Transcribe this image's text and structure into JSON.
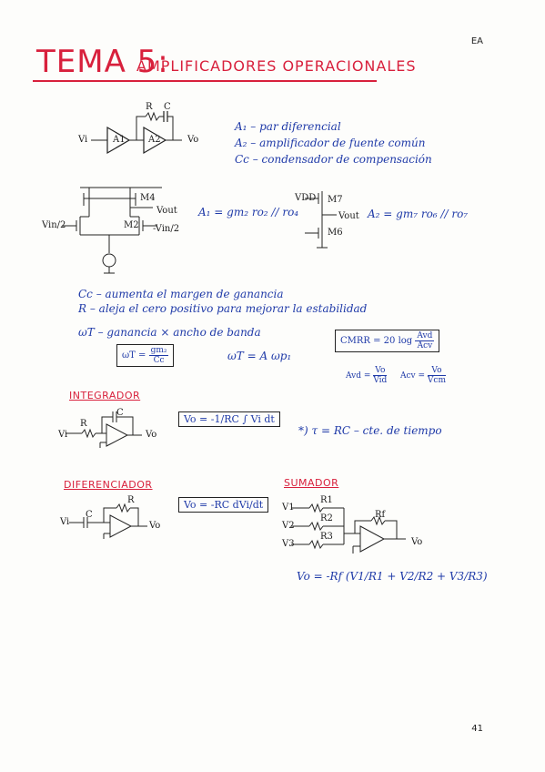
{
  "header": {
    "title_main": "TEMA 5:",
    "title_sub": "AMPLIFICADORES OPERACIONALES",
    "corner_tag": "EA"
  },
  "block_diagram": {
    "labels": {
      "vin": "Vi",
      "a1": "A1",
      "a2": "A2",
      "vo": "Vo",
      "r": "R",
      "c": "C"
    }
  },
  "definitions": [
    "A₁ – par diferencial",
    "A₂ – amplificador de fuente común",
    "Cc – condensador de compensación"
  ],
  "transistor_circuit": {
    "labels": {
      "m4": "M4",
      "vout": "Vout",
      "m2": "M2",
      "vin_pos": "Vin/2",
      "vin_neg": "-Vin/2"
    },
    "a1_formula": "A₁ = gm₂ ro₂ // ro₄"
  },
  "output_stage": {
    "labels": {
      "vdd": "VDD",
      "m7": "M7",
      "vout": "Vout",
      "m6": "M6"
    },
    "a2_formula": "A₂ = gm₇ ro₆ // ro₇"
  },
  "notes": [
    "Cc – aumenta el margen de ganancia",
    "R – aleja el cero positivo para mejorar la estabilidad",
    "ωT – ganancia × ancho de banda"
  ],
  "formulas": {
    "wt_box_lhs": "ωT =",
    "wt_box_num": "gm₂",
    "wt_box_den": "Cc",
    "wt_alt": "ωT = A ωp₁",
    "cmrr_lhs": "CMRR = 20 log",
    "cmrr_num": "Avd",
    "cmrr_den": "Acv",
    "avd_lhs": "Avd =",
    "avd_num": "Vo",
    "avd_den": "Vid",
    "acv_lhs": "Acv =",
    "acv_num": "Vo",
    "acv_den": "Vcm"
  },
  "integrador": {
    "heading": "INTEGRADOR",
    "labels": {
      "vi": "Vi",
      "r": "R",
      "c": "C",
      "vo": "Vo"
    },
    "formula": "Vo = -1/RC ∫ Vi dt",
    "note": "*) τ = RC – cte. de tiempo"
  },
  "diferenciador": {
    "heading": "DIFERENCIADOR",
    "labels": {
      "vi": "Vi",
      "c": "C",
      "r": "R",
      "vo": "Vo"
    },
    "formula": "Vo = -RC dVi/dt"
  },
  "sumador": {
    "heading": "SUMADOR",
    "labels": {
      "v1": "V1",
      "v2": "V2",
      "v3": "V3",
      "r1": "R1",
      "r2": "R2",
      "r3": "R3",
      "rf": "Rf",
      "vo": "Vo"
    },
    "formula": "Vo = -Rf (V1/R1 + V2/R2 + V3/R3)"
  },
  "footer": {
    "page_number": "41"
  }
}
